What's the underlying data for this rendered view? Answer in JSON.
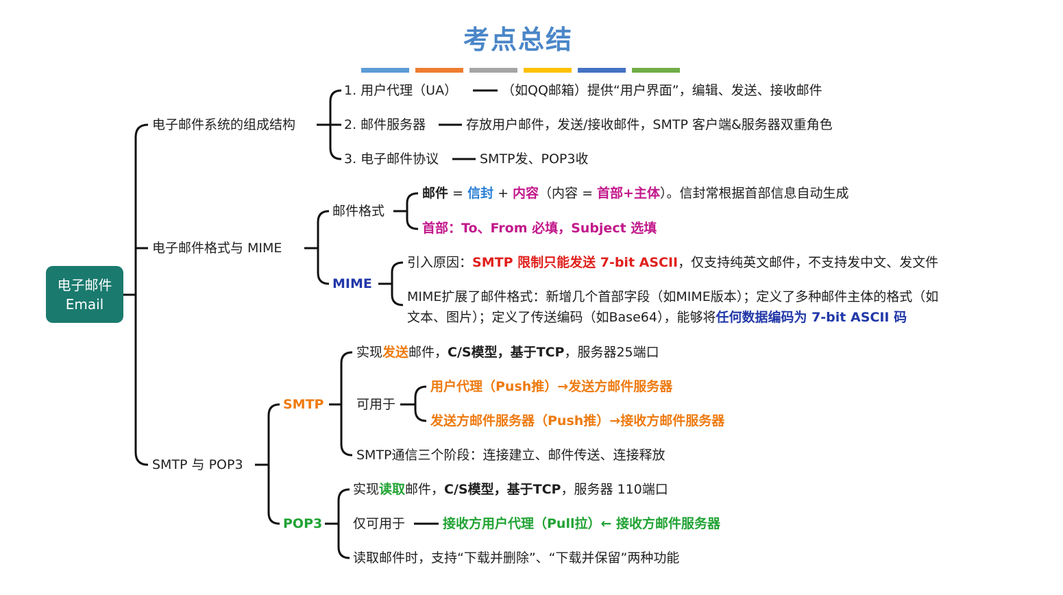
{
  "title": "考点总结",
  "title_bar_colors": [
    "#5b9bd5",
    "#ed7d31",
    "#a5a5a5",
    "#ffc000",
    "#4472c4",
    "#70ad47"
  ],
  "root": {
    "line1": "电子邮件",
    "line2": "Email"
  },
  "b1": {
    "label": "电子邮件系统的组成结构",
    "i1": {
      "a": "1. 用户代理（UA）",
      "b": "（如QQ邮箱）提供“用户界面”，编辑、发送、接收邮件"
    },
    "i2": {
      "a": "2. 邮件服务器",
      "b": "存放用户邮件，发送/接收邮件，SMTP 客户端&服务器双重角色"
    },
    "i3": {
      "a": "3. 电子邮件协议",
      "b": "SMTP发、POP3收"
    }
  },
  "b2": {
    "label": "电子邮件格式与 MIME",
    "fmt": {
      "label": "邮件格式",
      "l1": {
        "mail": "邮件",
        "eq": " = ",
        "env": "信封",
        "plus": " + ",
        "content": "内容",
        "open": "（内容 = ",
        "hb": "首部+主体",
        "rest": "）。信封常根据首部信息自动生成"
      },
      "l2": {
        "label": "首部：",
        "text": "To、From 必填，Subject 选填"
      }
    },
    "mime": {
      "label": "MIME",
      "l1": {
        "a": "引入原因：",
        "b": "SMTP 限制只能发送 7-bit ASCII",
        "c": "，仅支持纯英文邮件，不支持发中文、发文件"
      },
      "l2a": "MIME扩展了邮件格式：新增几个首部字段（如MIME版本）；定义了多种邮件主体的格式（如",
      "l2b": {
        "a": "文本、图片）；定义了传送编码（如Base64），能够将",
        "b": "任何数据编码为 7-bit ASCII 码"
      }
    }
  },
  "b3": {
    "label": "SMTP 与 POP3",
    "smtp": {
      "label": "SMTP",
      "l1": {
        "a": "实现",
        "b": "发送",
        "c": "邮件，",
        "d": "C/S模型，基于TCP",
        "e": "，服务器25端口"
      },
      "use": {
        "label": "可用于",
        "u1": "用户代理（Push推）→发送方邮件服务器",
        "u2": "发送方邮件服务器（Push推）→接收方邮件服务器"
      },
      "l3": "SMTP通信三个阶段：连接建立、邮件传送、连接释放"
    },
    "pop3": {
      "label": "POP3",
      "l1": {
        "a": "实现",
        "b": "读取",
        "c": "邮件，",
        "d": "C/S模型，基于TCP",
        "e": "，服务器 110端口"
      },
      "l2": {
        "a": "仅可用于",
        "b": "接收方用户代理（Pull拉）← 接收方邮件服务器"
      },
      "l3": "读取邮件时，支持“下载并删除”、“下载并保留”两种功能"
    }
  }
}
